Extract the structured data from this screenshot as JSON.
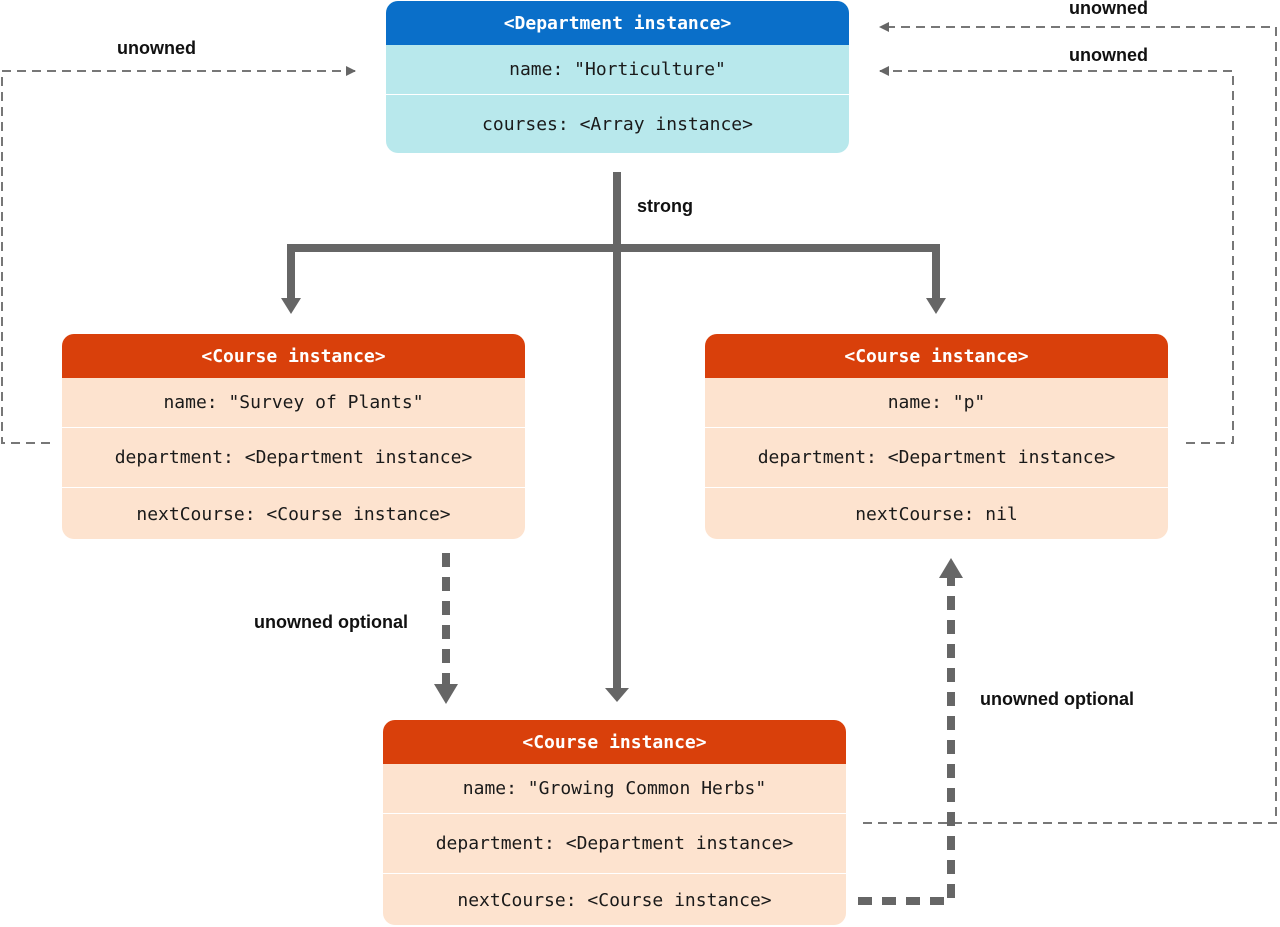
{
  "department": {
    "header": "<Department instance>",
    "name": "name: \"Horticulture\"",
    "courses": "courses: <Array instance>"
  },
  "courses": [
    {
      "header": "<Course instance>",
      "name": "name: \"Survey of Plants\"",
      "department": "department: <Department instance>",
      "nextCourse": "nextCourse: <Course instance>"
    },
    {
      "header": "<Course instance>",
      "name": "name: \"p\"",
      "department": "department: <Department instance>",
      "nextCourse": "nextCourse: nil"
    },
    {
      "header": "<Course instance>",
      "name": "name: \"Growing Common Herbs\"",
      "department": "department: <Department instance>",
      "nextCourse": "nextCourse: <Course instance>"
    }
  ],
  "labels": {
    "strong": "strong",
    "unowned_left": "unowned",
    "unowned_right_top": "unowned",
    "unowned_right_mid": "unowned",
    "unowned_optional_left": "unowned optional",
    "unowned_optional_right": "unowned optional"
  },
  "colors": {
    "department_header": "#0a6fc9",
    "department_body": "#b8e8ec",
    "course_header": "#d9400b",
    "course_body": "#fde3cf",
    "arrow": "#666666"
  }
}
